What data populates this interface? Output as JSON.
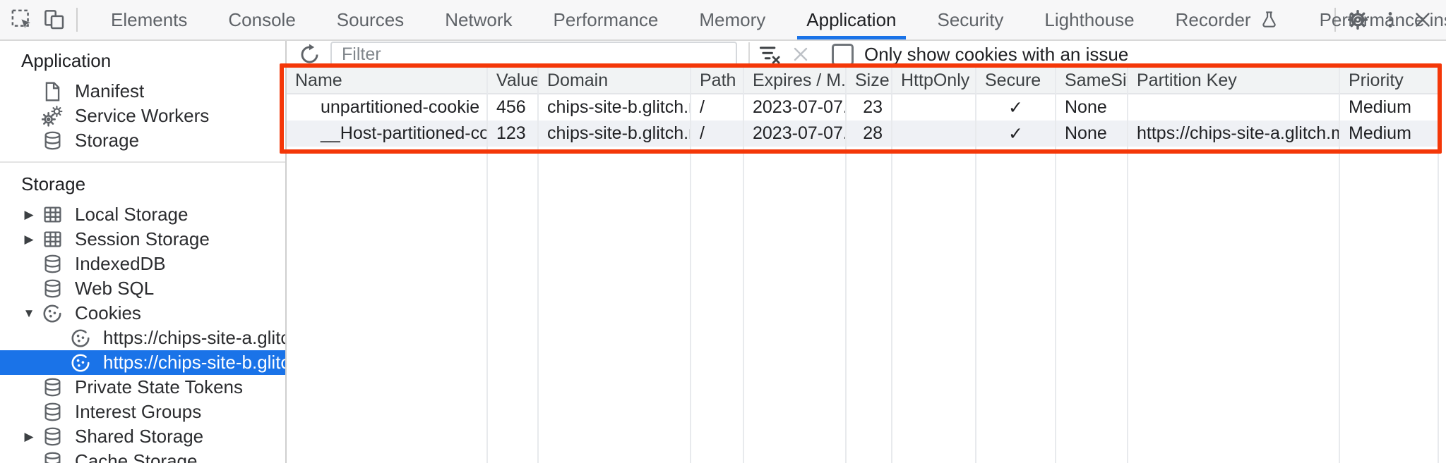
{
  "tabbar": {
    "tabs": [
      {
        "label": "Elements"
      },
      {
        "label": "Console"
      },
      {
        "label": "Sources"
      },
      {
        "label": "Network"
      },
      {
        "label": "Performance"
      },
      {
        "label": "Memory"
      },
      {
        "label": "Application",
        "selected": true
      },
      {
        "label": "Security"
      },
      {
        "label": "Lighthouse"
      },
      {
        "label": "Recorder",
        "experimental": true
      },
      {
        "label": "Performance insights",
        "experimental": true
      }
    ]
  },
  "sidebar": {
    "sections": [
      {
        "title": "Application",
        "items": [
          {
            "label": "Manifest",
            "icon": "document"
          },
          {
            "label": "Service Workers",
            "icon": "gears"
          },
          {
            "label": "Storage",
            "icon": "database"
          }
        ]
      },
      {
        "title": "Storage",
        "items": [
          {
            "label": "Local Storage",
            "icon": "table",
            "arrow": "collapsed"
          },
          {
            "label": "Session Storage",
            "icon": "table",
            "arrow": "collapsed"
          },
          {
            "label": "IndexedDB",
            "icon": "database"
          },
          {
            "label": "Web SQL",
            "icon": "database"
          },
          {
            "label": "Cookies",
            "icon": "cookie",
            "arrow": "expanded"
          },
          {
            "label": "https://chips-site-a.glitch.me",
            "icon": "cookie",
            "child": true
          },
          {
            "label": "https://chips-site-b.glitch.me",
            "icon": "cookie",
            "child": true,
            "selected": true
          },
          {
            "label": "Private State Tokens",
            "icon": "database"
          },
          {
            "label": "Interest Groups",
            "icon": "database"
          },
          {
            "label": "Shared Storage",
            "icon": "database",
            "arrow": "collapsed"
          },
          {
            "label": "Cache Storage",
            "icon": "database"
          }
        ]
      }
    ]
  },
  "toolbar": {
    "filter_placeholder": "Filter",
    "filter_value": "",
    "checkbox_label": "Only show cookies with an issue",
    "checkbox_checked": false
  },
  "cookies_table": {
    "columns": [
      "Name",
      "Value",
      "Domain",
      "Path",
      "Expires / M...",
      "Size",
      "HttpOnly",
      "Secure",
      "SameSite",
      "Partition Key",
      "Priority"
    ],
    "rows": [
      [
        "unpartitioned-cookie",
        "456",
        "chips-site-b.glitch.me",
        "/",
        "2023-07-07...",
        "23",
        "",
        "✓",
        "None",
        "",
        "Medium"
      ],
      [
        "__Host-partitioned-cookie",
        "123",
        "chips-site-b.glitch.me",
        "/",
        "2023-07-07...",
        "28",
        "",
        "✓",
        "None",
        "https://chips-site-a.glitch.me",
        "Medium"
      ]
    ]
  },
  "colors": {
    "accent_blue": "#1a73e8",
    "annotation_red": "#f43708",
    "selected_item_bg": "#1a73e8",
    "table_header_bg": "#f1f3f4",
    "shaded_row_bg": "#eff1f5"
  },
  "icons": {
    "top_left": [
      "inspect-icon",
      "device-toolbar-icon"
    ],
    "top_right": [
      "gear-icon",
      "more-vertical-icon",
      "close-icon"
    ],
    "toolbar": [
      "refresh-icon",
      "clear-filter-icon",
      "clear-search-icon"
    ],
    "tab_badge": "experiment-flask-icon"
  }
}
